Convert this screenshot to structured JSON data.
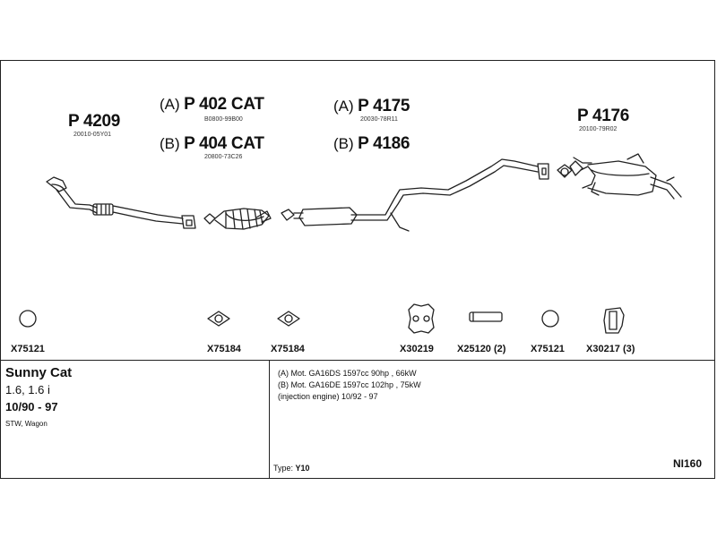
{
  "parts": {
    "p4209": {
      "number": "P 4209",
      "code": "20010-05Y01"
    },
    "p402": {
      "prefix": "(A)",
      "number": "P 402 CAT",
      "code": "B0800-99B00"
    },
    "p404": {
      "prefix": "(B)",
      "number": "P 404 CAT",
      "code": "20800-73C26"
    },
    "p4175": {
      "prefix": "(A)",
      "number": "P 4175",
      "code": "20030-78R11"
    },
    "p4186": {
      "prefix": "(B)",
      "number": "P 4186"
    },
    "p4176": {
      "number": "P 4176",
      "code": "20100-79R02"
    }
  },
  "accessories": [
    {
      "label": "X75121",
      "icon": "ring-gasket-icon"
    },
    {
      "label": "X75184",
      "icon": "flange-gasket-icon"
    },
    {
      "label": "X75184",
      "icon": "flange-gasket-icon"
    },
    {
      "label": "X30219",
      "icon": "rubber-hanger-icon"
    },
    {
      "label": "X25120 (2)",
      "icon": "pipe-sleeve-icon"
    },
    {
      "label": "X75121",
      "icon": "ring-gasket-icon"
    },
    {
      "label": "X30217 (3)",
      "icon": "rubber-mount-icon"
    }
  ],
  "vehicle": {
    "model": "Sunny Cat",
    "engines": "1.6, 1.6 i",
    "years": "10/90 - 97",
    "body": "STW, Wagon"
  },
  "info": {
    "line_a": "(A) Mot. GA16DS 1597cc 90hp , 66kW",
    "line_b": "(B) Mot. GA16DE 1597cc 102hp , 75kW",
    "line_c": "(injection engine) 10/92 - 97",
    "type_label": "Type:",
    "type_value": "Y10"
  },
  "diagram_code": "NI160"
}
